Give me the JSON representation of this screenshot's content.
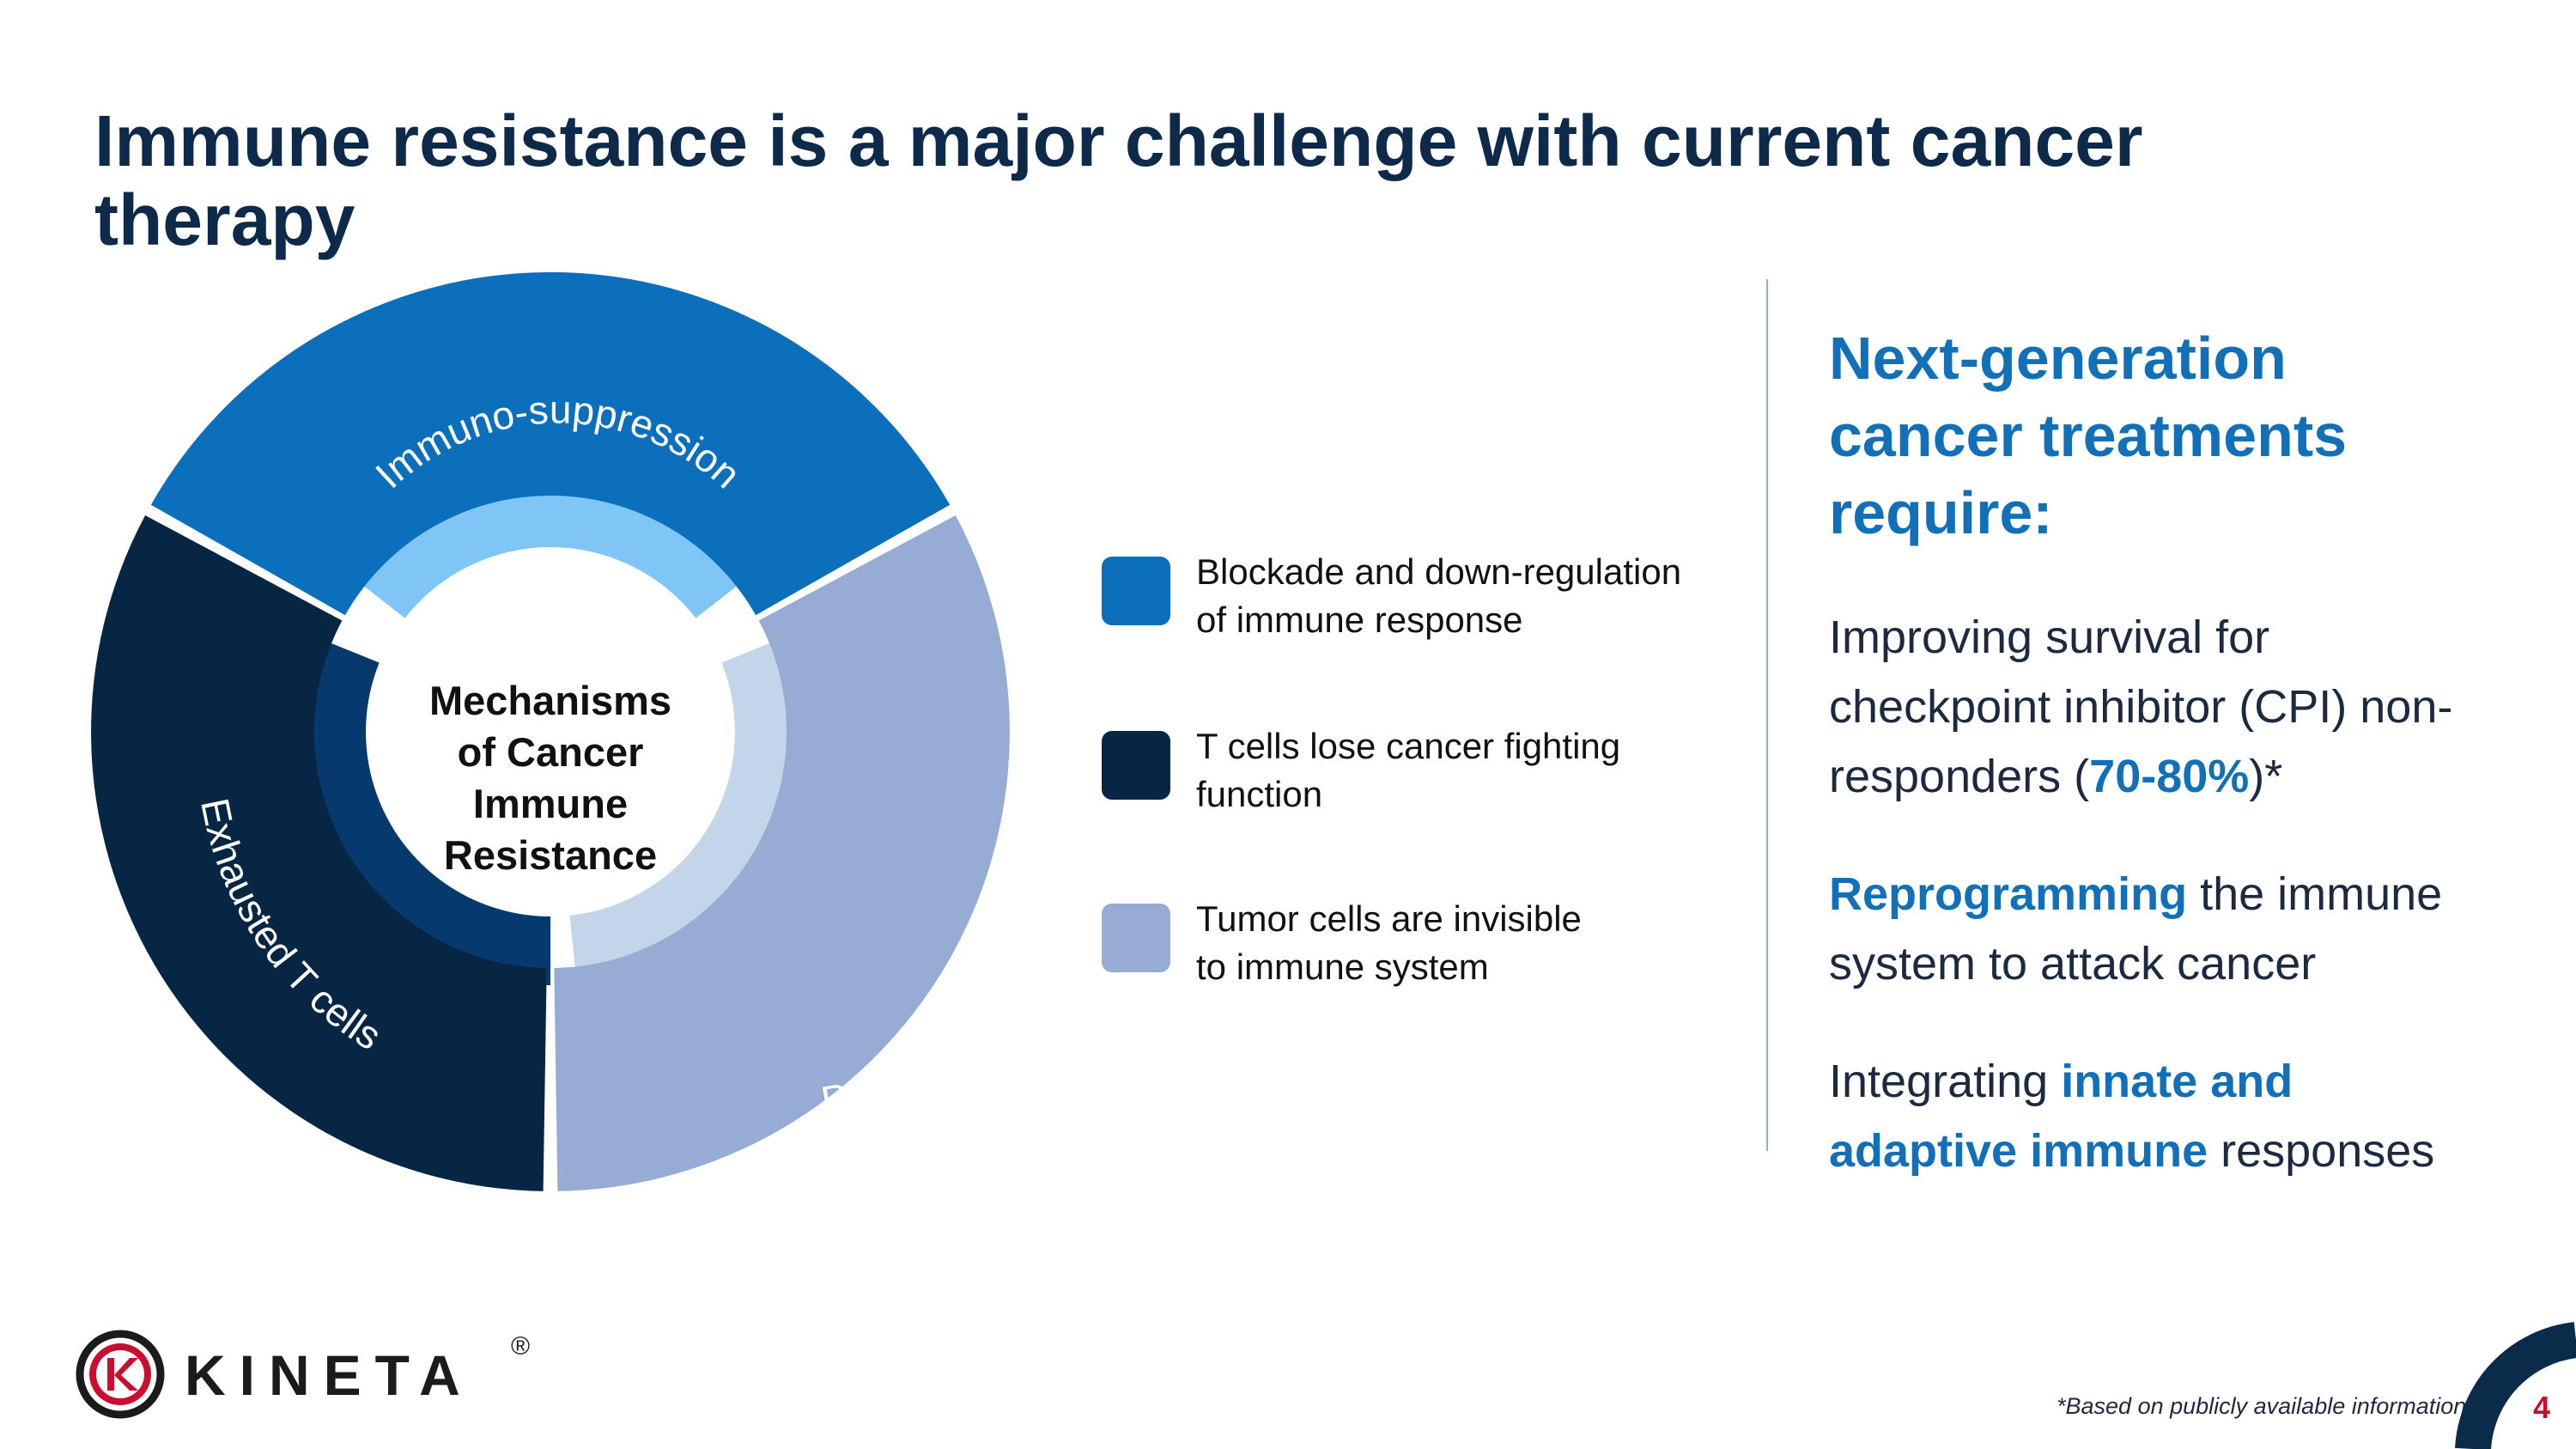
{
  "title": "Immune resistance is a major challenge with current cancer therapy",
  "diagram": {
    "center_label": [
      "Mechanisms",
      "of Cancer",
      "Immune",
      "Resistance"
    ],
    "segments": [
      {
        "label": "Immuno-suppression",
        "outer_color": "#0b6fbc",
        "inner_color": "#7fc6f7"
      },
      {
        "label": "Poor tumor immunogenicity",
        "outer_color": "#96acd4",
        "inner_color": "#c3d5e8"
      },
      {
        "label": "Exhausted T cells",
        "outer_color": "#062644",
        "inner_color": "#063a6e"
      }
    ]
  },
  "legend": [
    {
      "color": "#0b6fbc",
      "lines": [
        "Blockade and down-regulation",
        "of immune response"
      ]
    },
    {
      "color": "#062644",
      "lines": [
        "T cells lose cancer fighting",
        "function"
      ]
    },
    {
      "color": "#96acd4",
      "lines": [
        "Tumor cells are invisible",
        "to immune system"
      ]
    }
  ],
  "right_panel": {
    "heading_lines": [
      "Next-generation",
      "cancer treatments",
      "require:"
    ],
    "item1": {
      "line1": "Improving survival for",
      "line2": "checkpoint inhibitor (CPI) non-",
      "line3_pre": "responders (",
      "line3_hl": "70-80%",
      "line3_post": ")*"
    },
    "item2": {
      "hl": "Reprogramming",
      "line1_post": " the immune",
      "line2": "system to attack cancer"
    },
    "item3": {
      "line1_pre": "Integrating ",
      "line1_hl": "innate and",
      "line2_hl": "adaptive immune",
      "line2_post": " responses"
    }
  },
  "footer": {
    "logo_text": "KINETA",
    "logo_mark": "®",
    "footnote": "*Based on publicly available information",
    "page_number": "4"
  },
  "colors": {
    "title": "#0d2a4a",
    "accent": "#1170b7",
    "page_number": "#c8102e"
  }
}
